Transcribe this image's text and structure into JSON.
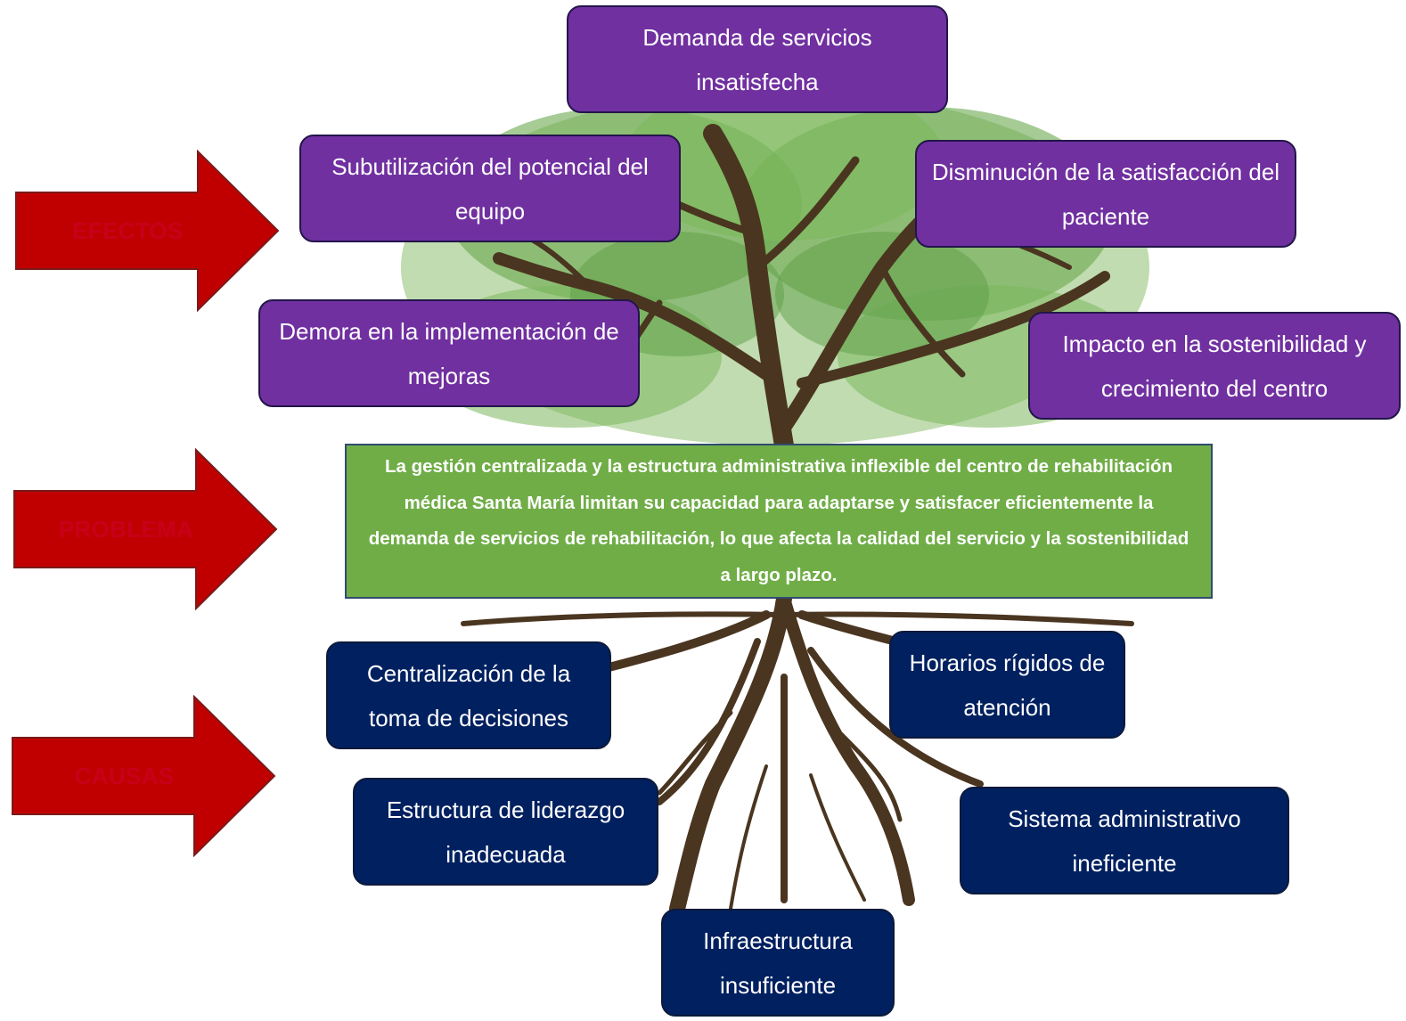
{
  "labels": {
    "effects": "EFECTOS",
    "problem": "PROBLEMA",
    "causes": "CAUSAS"
  },
  "effects": [
    "Demanda de servicios insatisfecha",
    "Subutilización del potencial del equipo",
    "Disminución de la satisfacción del paciente",
    "Demora en la implementación de mejoras",
    "Impacto en la sostenibilidad y crecimiento del centro"
  ],
  "problem": "La gestión centralizada y la estructura administrativa inflexible del centro de rehabilitación médica Santa María limitan su capacidad para adaptarse y satisfacer eficientemente la demanda de servicios de rehabilitación, lo que afecta la calidad del servicio y la sostenibilidad a largo plazo.",
  "causes": [
    "Centralización de la toma de decisiones",
    "Horarios rígidos de atención",
    "Estructura de liderazgo inadecuada",
    "Sistema administrativo ineficiente",
    "Infraestructura insuficiente"
  ],
  "colors": {
    "effect_fill": "#7030a0",
    "cause_fill": "#002060",
    "problem_fill": "#70ad47",
    "arrow_fill": "#c00000",
    "arrow_label": "#c8001a",
    "trunk": "#4a3520",
    "leaf": "#6aa84f"
  },
  "icons": [
    "tree-illustration",
    "right-arrow"
  ]
}
